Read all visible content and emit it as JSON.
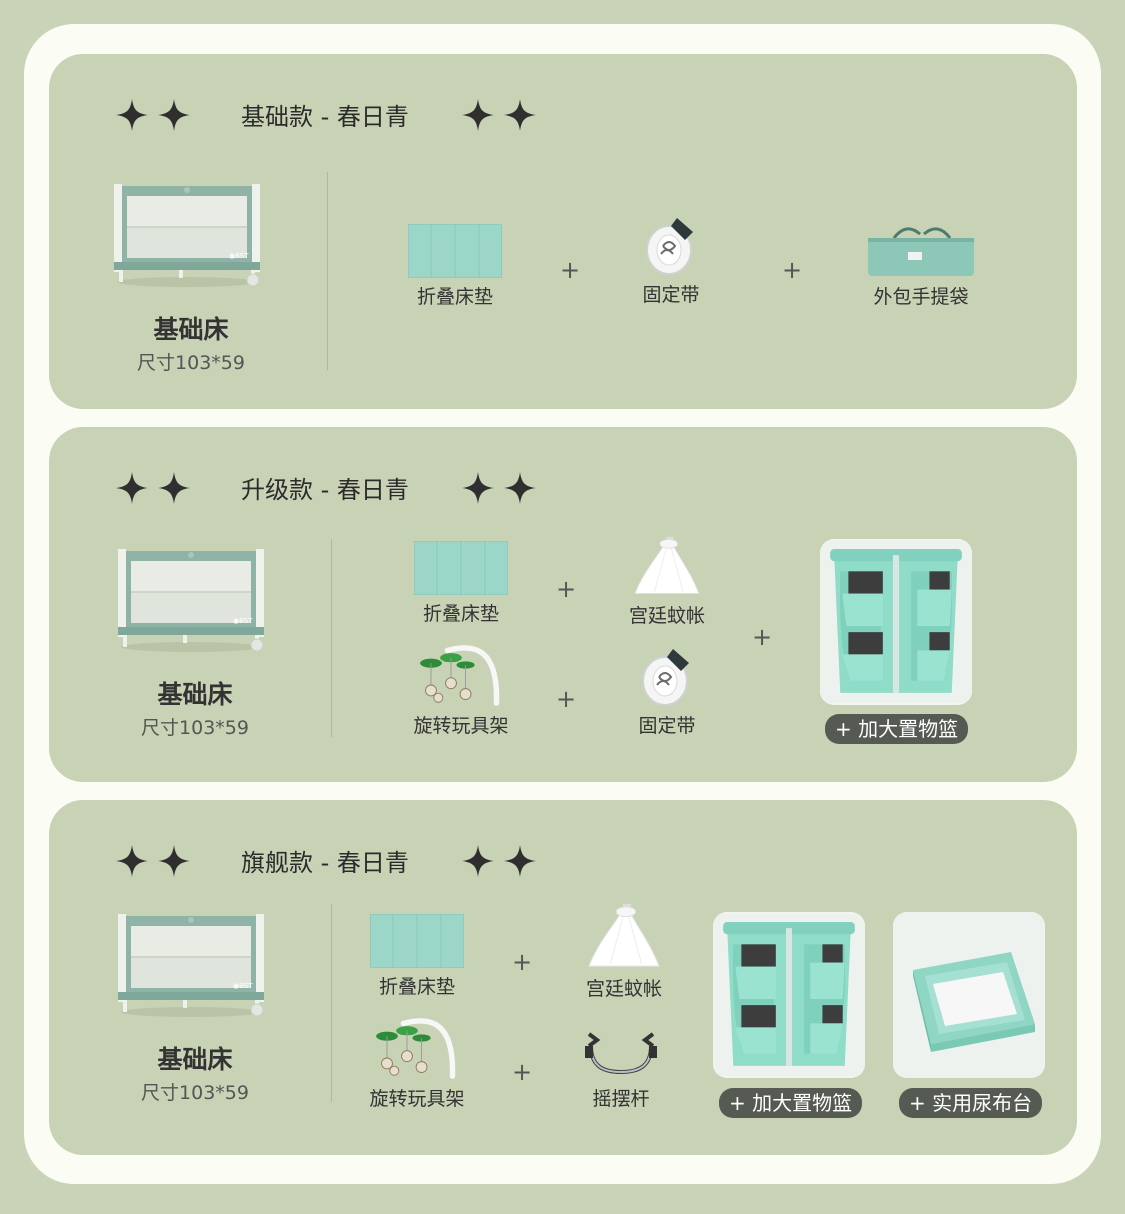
{
  "panels": [
    {
      "title": "基础款 - 春日青",
      "bed": {
        "name": "基础床",
        "size": "尺寸103*59"
      },
      "items": [
        {
          "label": "折叠床垫"
        },
        {
          "label": "固定带"
        },
        {
          "label": "外包手提袋"
        }
      ]
    },
    {
      "title": "升级款 - 春日青",
      "bed": {
        "name": "基础床",
        "size": "尺寸103*59"
      },
      "items": [
        {
          "label": "折叠床垫"
        },
        {
          "label": "宫廷蚊帐"
        },
        {
          "label": "旋转玩具架"
        },
        {
          "label": "固定带"
        }
      ],
      "addons": [
        {
          "label": "+ 加大置物篮"
        }
      ]
    },
    {
      "title": "旗舰款 - 春日青",
      "bed": {
        "name": "基础床",
        "size": "尺寸103*59"
      },
      "items": [
        {
          "label": "折叠床垫"
        },
        {
          "label": "宫廷蚊帐"
        },
        {
          "label": "旋转玩具架"
        },
        {
          "label": "摇摆杆"
        }
      ],
      "addons": [
        {
          "label": "+ 加大置物篮"
        },
        {
          "label": "+ 实用尿布台"
        }
      ]
    }
  ],
  "plus_symbol": "+",
  "colors": {
    "background": "#c8d3b7",
    "frame": "#fbfdf4",
    "panel": "#c8d3b6",
    "mint": "#8fd8c6",
    "pill": "#555a52",
    "star": "#2f2f2f"
  }
}
